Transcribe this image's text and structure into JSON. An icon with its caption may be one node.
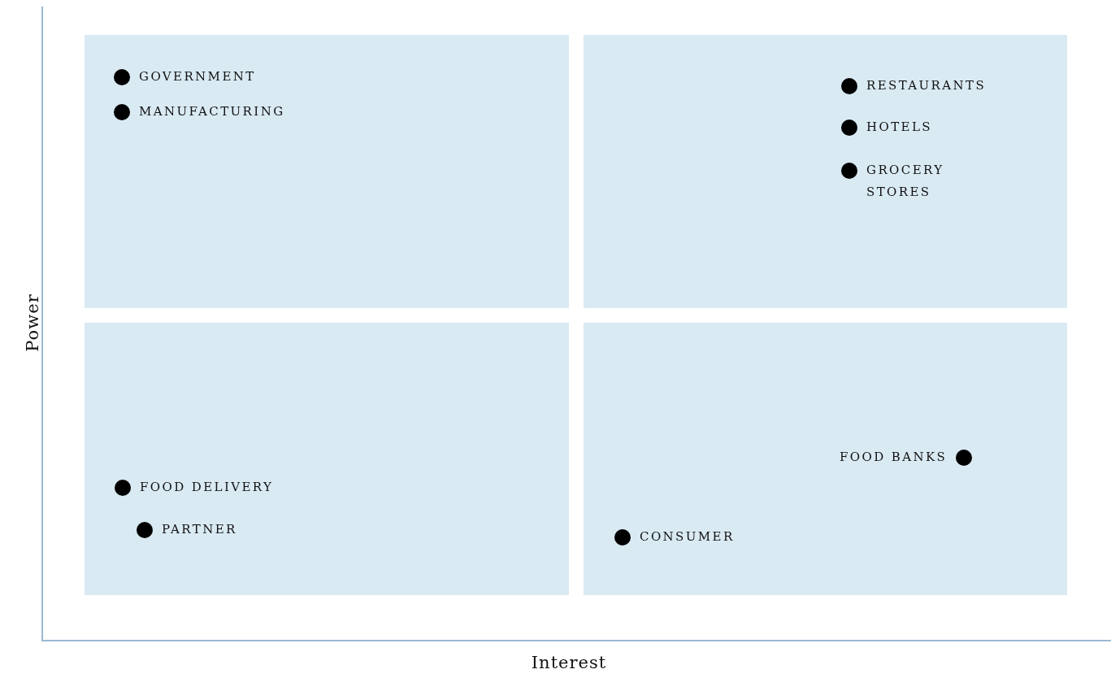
{
  "diagram": {
    "nodes": [
      {
        "text": [],
        "shape": "box"
      },
      {
        "text": [],
        "shape": "box"
      },
      {
        "text": [],
        "shape": "box"
      },
      {
        "text": [],
        "shape": "box"
      },
      {
        "text": [
          "GOVERNMENT"
        ],
        "in": 0
      },
      {
        "text": [
          "MANUFACTURING"
        ],
        "in": 0
      },
      {
        "text": [
          "RESTAURANTS"
        ],
        "in": 1
      },
      {
        "text": [
          "HOTELS"
        ],
        "in": 1
      },
      {
        "text": [
          "GROCERY STORES"
        ],
        "in": 1
      },
      {
        "text": [
          "FOOD DELIVERY"
        ],
        "in": 2
      },
      {
        "text": [
          "PARTNER"
        ],
        "in": 2
      },
      {
        "text": [
          "FOOD BANKS"
        ],
        "in": 3
      },
      {
        "text": [
          "CONSUMER"
        ],
        "in": 3
      }
    ],
    "labels": [
      "Power",
      "Interest"
    ]
  }
}
